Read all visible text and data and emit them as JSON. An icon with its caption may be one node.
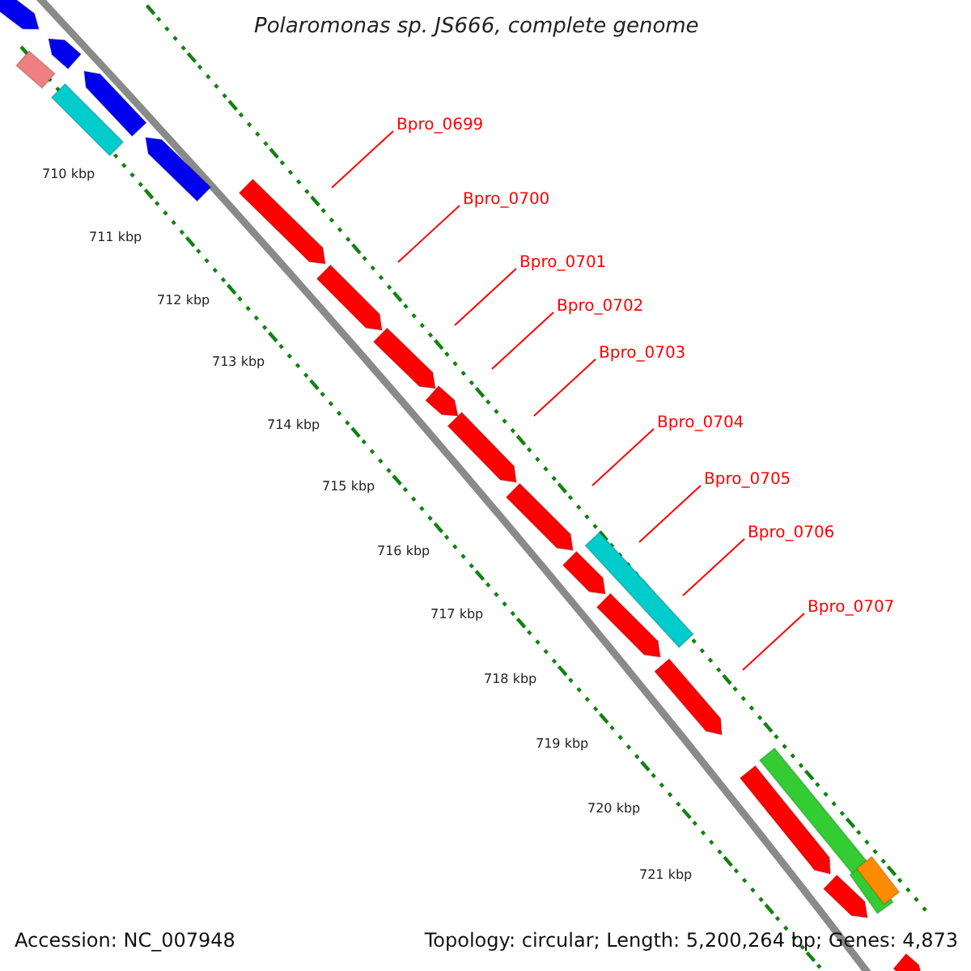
{
  "diagram": {
    "title": "Polaromonas sp. JS666, complete genome",
    "nodes": [
      {
        "text": [
          "Bpro_0699"
        ]
      },
      {
        "text": [
          "Bpro_0700"
        ]
      },
      {
        "text": [
          "Bpro_0701"
        ]
      },
      {
        "text": [
          "Bpro_0702"
        ]
      },
      {
        "text": [
          "Bpro_0703"
        ]
      },
      {
        "text": [
          "Bpro_0704"
        ]
      },
      {
        "text": [
          "Bpro_0705"
        ]
      },
      {
        "text": [
          "Bpro_0706"
        ]
      },
      {
        "text": [
          "Bpro_0707"
        ]
      }
    ],
    "edges": [
      {
        "from": 0,
        "to": null,
        "arrow": "none"
      },
      {
        "from": 1,
        "to": null,
        "arrow": "none"
      },
      {
        "from": 2,
        "to": null,
        "arrow": "none"
      },
      {
        "from": 3,
        "to": null,
        "arrow": "none"
      },
      {
        "from": 4,
        "to": null,
        "arrow": "none"
      },
      {
        "from": 5,
        "to": null,
        "arrow": "none"
      },
      {
        "from": 6,
        "to": null,
        "arrow": "none"
      },
      {
        "from": 7,
        "to": null,
        "arrow": "none"
      },
      {
        "from": 8,
        "to": null,
        "arrow": "none"
      }
    ],
    "labels": [
      "710 kbp",
      "711 kbp",
      "712 kbp",
      "713 kbp",
      "714 kbp",
      "715 kbp",
      "716 kbp",
      "717 kbp",
      "718 kbp",
      "719 kbp",
      "720 kbp",
      "721 kbp",
      "Accession: NC_007948",
      "Topology: circular; Length: 5,200,264 bp; Genes: 4,873"
    ]
  }
}
